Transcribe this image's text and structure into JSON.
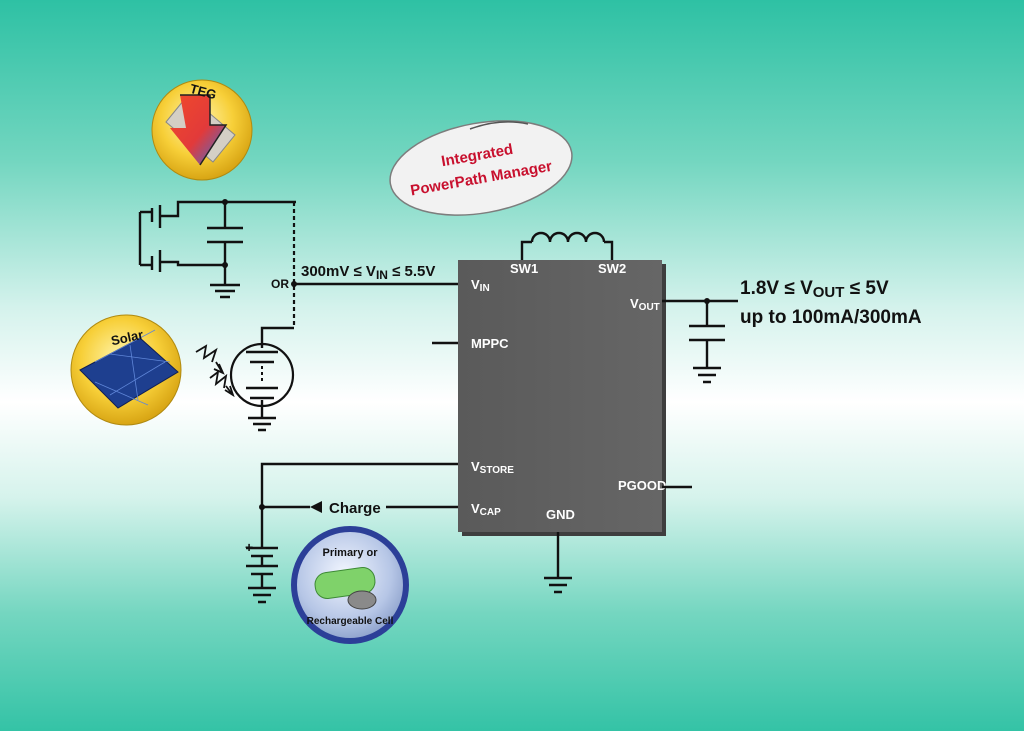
{
  "badge": {
    "line1": "Integrated",
    "line2": "PowerPath Manager"
  },
  "sources": {
    "teg": "TEG",
    "solar": "Solar",
    "cell_line1": "Primary or",
    "cell_line2": "Rechargeable Cell"
  },
  "or_label": "OR",
  "vin_range": {
    "pre": "300mV ≤ V",
    "sub": "IN",
    "post": " ≤ 5.5V"
  },
  "vout_range": {
    "pre": "1.8V ≤ V",
    "sub": "OUT",
    "post": " ≤ 5V",
    "line2": "up to 100mA/300mA"
  },
  "charge_label": "Charge",
  "chip": {
    "pins": {
      "sw1": "SW1",
      "sw2": "SW2",
      "vin_main": "V",
      "vin_sub": "IN",
      "vout_main": "V",
      "vout_sub": "OUT",
      "mppc": "MPPC",
      "vstore_main": "V",
      "vstore_sub": "STORE",
      "vcap_main": "V",
      "vcap_sub": "CAP",
      "pgood": "PGOOD",
      "gnd": "GND"
    }
  },
  "colors": {
    "chip": "#5d5d5d",
    "badge_text": "#c8102e",
    "teg_arrow": "#e43a2e",
    "solar_panel": "#1e3f8f",
    "cell_ring": "#2c3f98"
  }
}
